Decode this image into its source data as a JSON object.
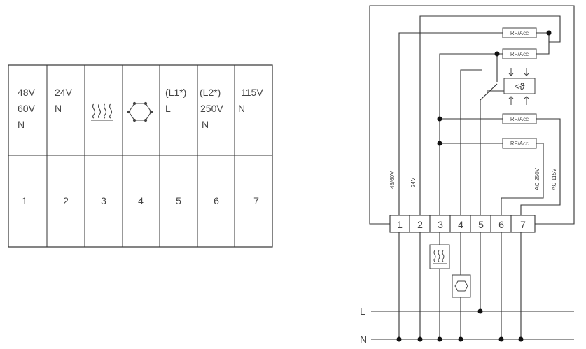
{
  "terminal_table": {
    "columns": [
      {
        "lines": [
          "48V",
          "60V",
          "N"
        ],
        "number": "1"
      },
      {
        "lines": [
          "24V",
          "N"
        ],
        "number": "2"
      },
      {
        "lines": [],
        "icon": "heating-waves-icon",
        "number": "3"
      },
      {
        "lines": [],
        "icon": "hexagon-cooling-icon",
        "number": "4"
      },
      {
        "lines": [
          "(L1*)",
          "L"
        ],
        "number": "5"
      },
      {
        "lines": [
          "(L2*)",
          "250V",
          "N"
        ],
        "number": "6"
      },
      {
        "lines": [
          "115V",
          "N"
        ],
        "number": "7"
      }
    ]
  },
  "wiring": {
    "relay_boxes": [
      "RF/Acc",
      "RF/Acc",
      "RF/Acc",
      "RF/Acc"
    ],
    "sensor_symbol": "<ϑ",
    "wire_labels": [
      "48/60V",
      "24V",
      "AC 250V",
      "AC 115V"
    ],
    "terminals": [
      "1",
      "2",
      "3",
      "4",
      "5",
      "6",
      "7"
    ],
    "line_labels": {
      "l": "L",
      "n": "N"
    }
  }
}
